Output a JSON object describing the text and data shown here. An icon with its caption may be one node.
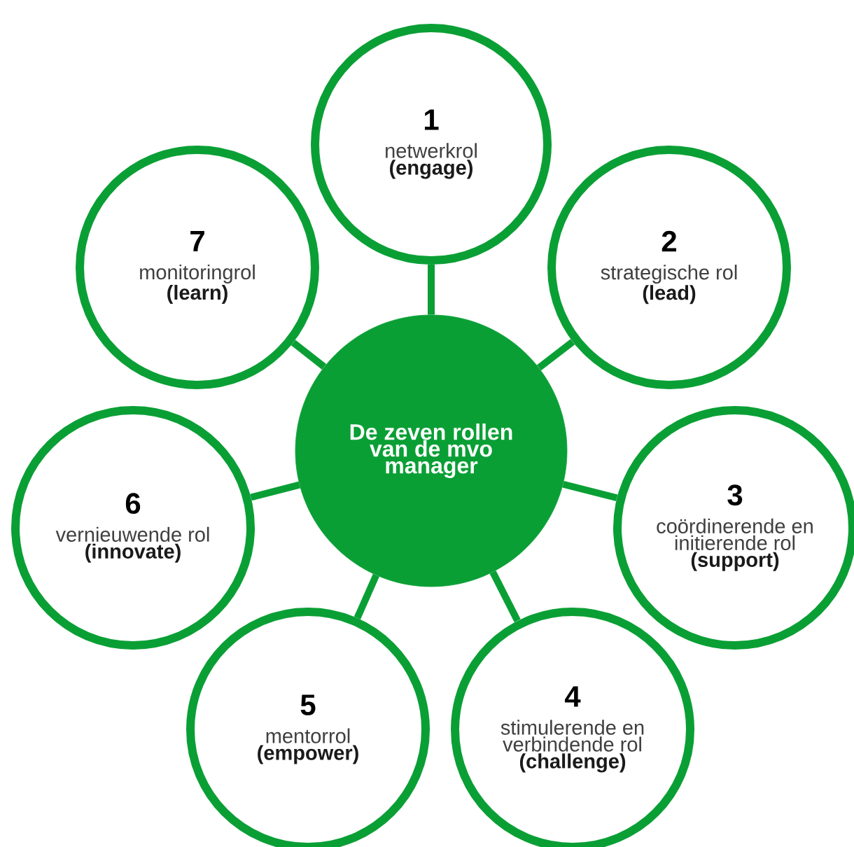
{
  "diagram": {
    "nodes": [
      {
        "text": [
          "De zeven rollen van de mvo manager"
        ]
      },
      {
        "text": [
          "1",
          "netwerkrol",
          "(engage)"
        ]
      },
      {
        "text": [
          "2",
          "strategische rol",
          "(lead)"
        ]
      },
      {
        "text": [
          "3",
          "coördinerende en initierende rol",
          "(support)"
        ]
      },
      {
        "text": [
          "4",
          "stimulerende en verbindende rol",
          "(challenge)"
        ]
      },
      {
        "text": [
          "5",
          "mentorrol",
          "(empower)"
        ]
      },
      {
        "text": [
          "6",
          "vernieuwende rol",
          "(innovate)"
        ]
      },
      {
        "text": [
          "7",
          "monitoringrol",
          "(learn)"
        ]
      }
    ],
    "edges": [
      {
        "from": 0,
        "to": 1,
        "arrow": "none"
      },
      {
        "from": 0,
        "to": 2,
        "arrow": "none"
      },
      {
        "from": 0,
        "to": 3,
        "arrow": "none"
      },
      {
        "from": 0,
        "to": 4,
        "arrow": "none"
      },
      {
        "from": 0,
        "to": 5,
        "arrow": "none"
      },
      {
        "from": 0,
        "to": 6,
        "arrow": "none"
      },
      {
        "from": 0,
        "to": 7,
        "arrow": "none"
      }
    ]
  }
}
